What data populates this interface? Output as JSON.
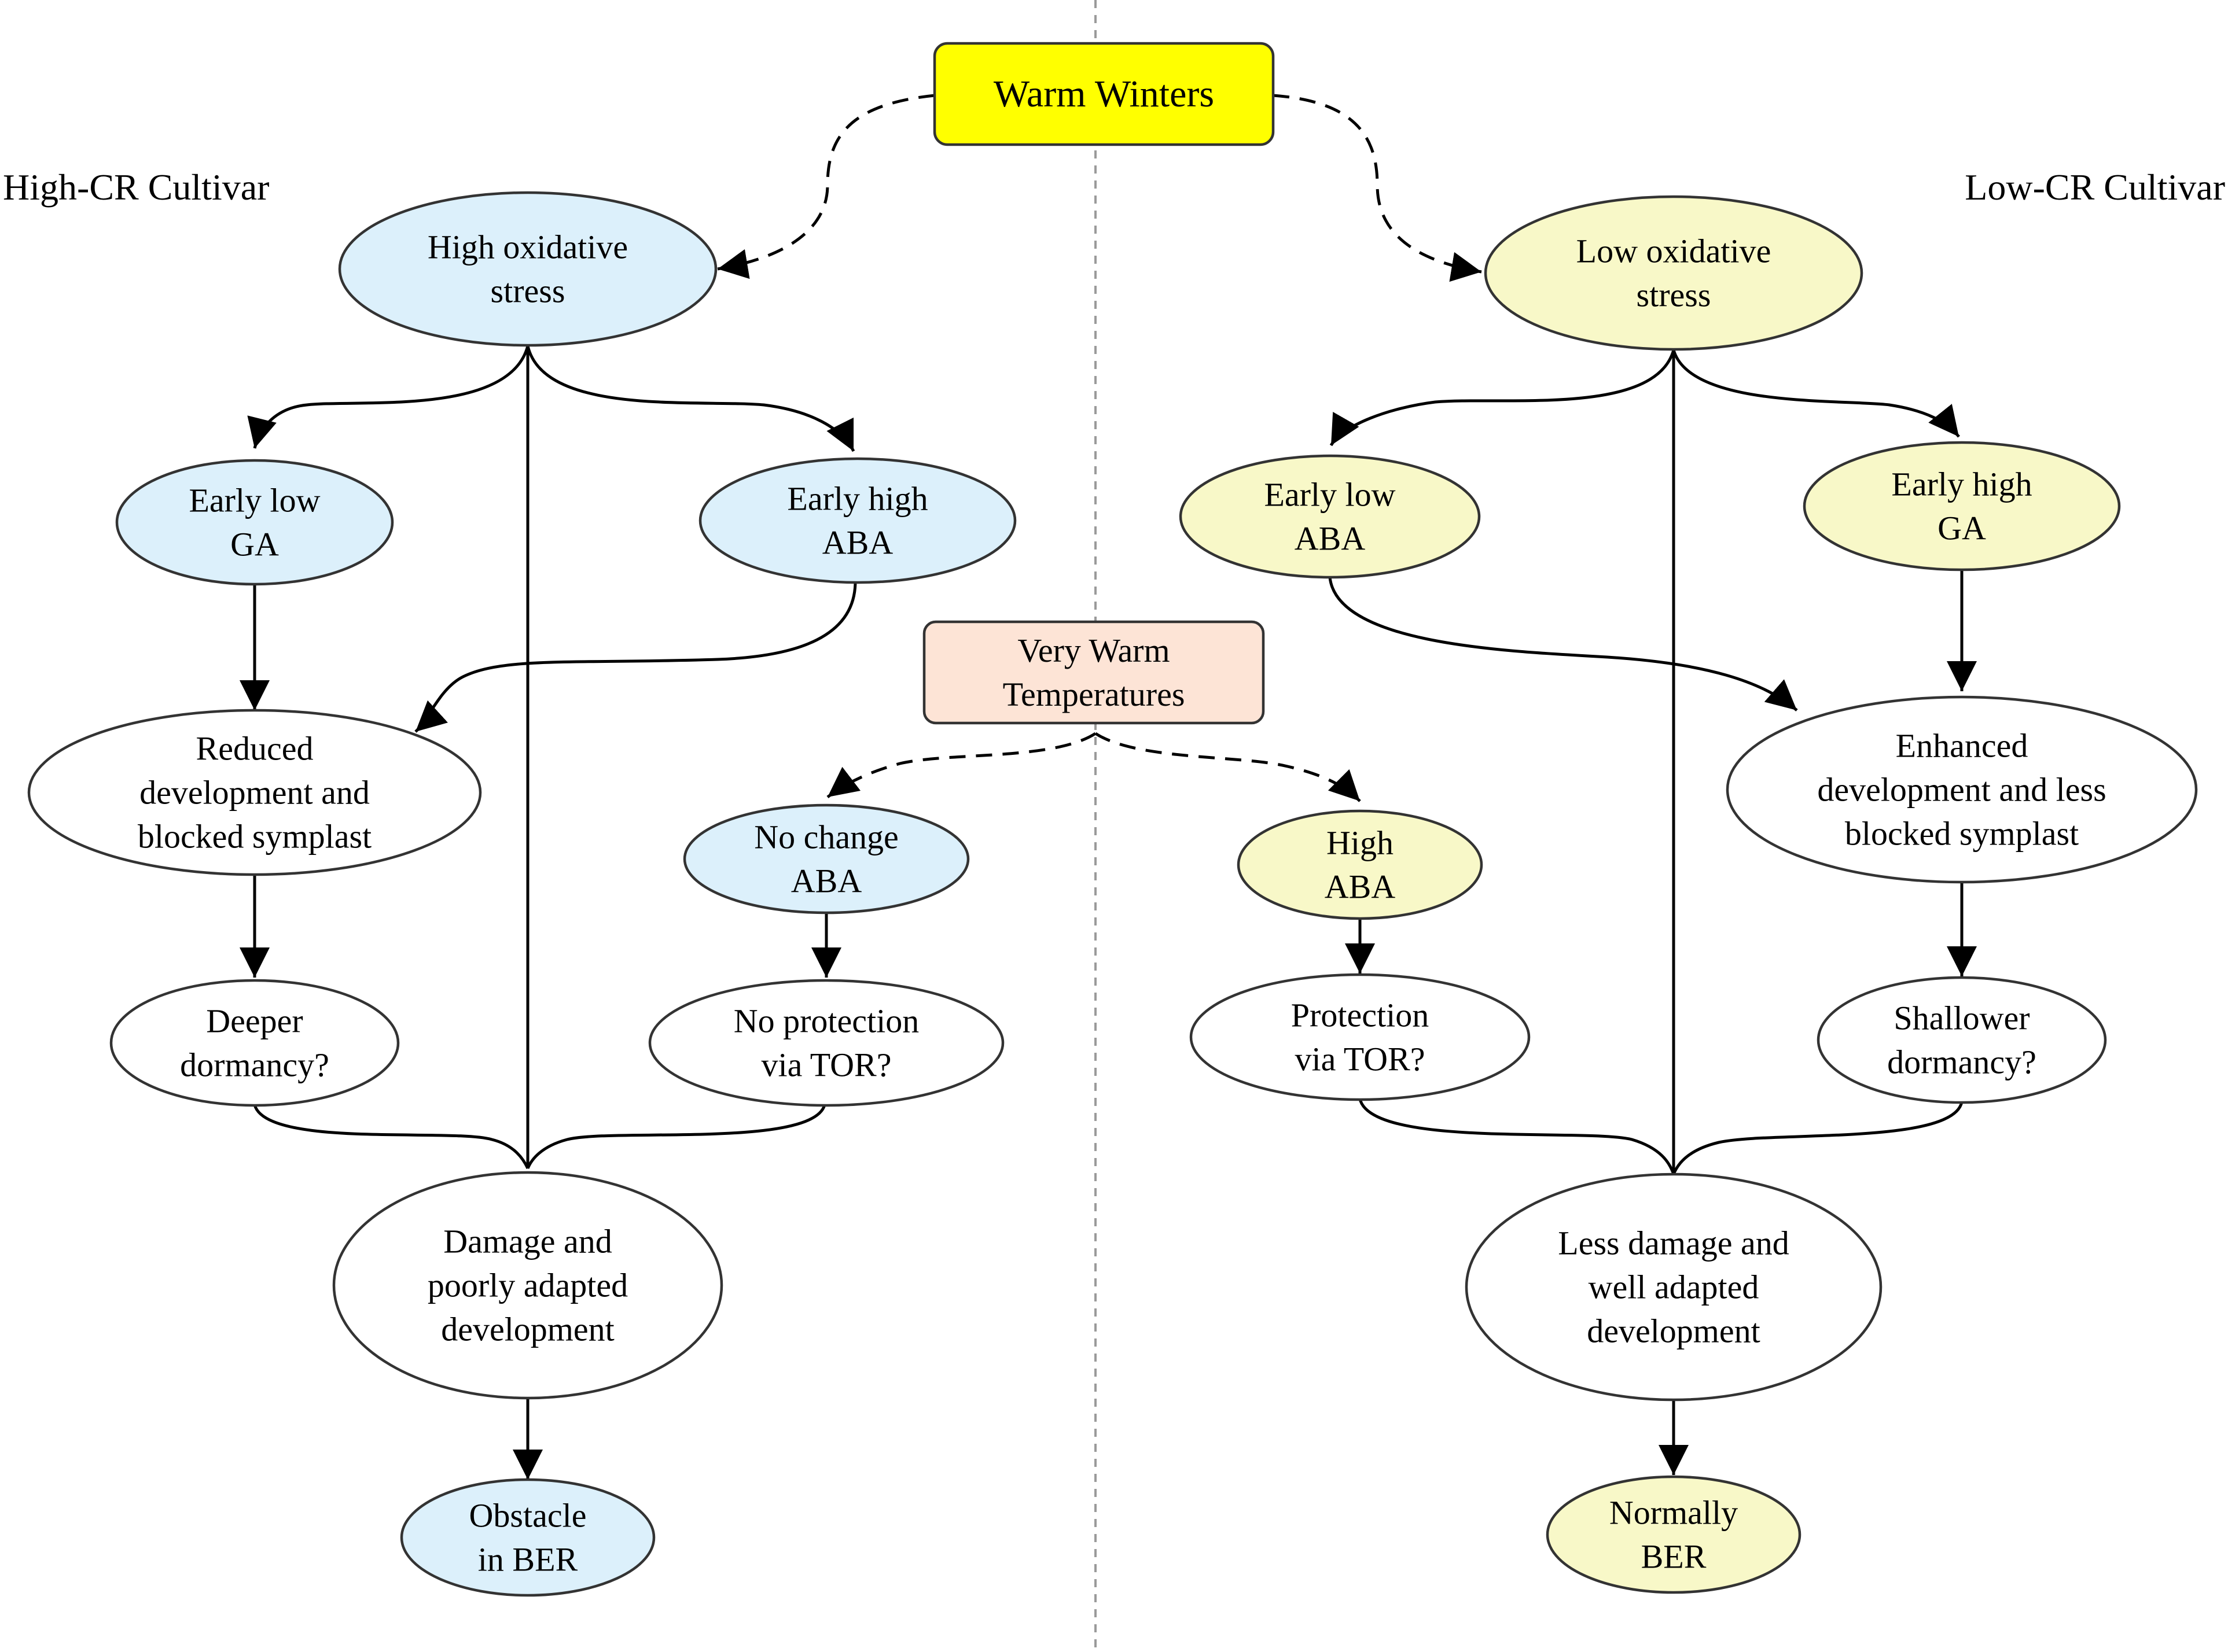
{
  "colors": {
    "blue": "#dcf0fb",
    "yellow": "#f8f8c8",
    "white": "#ffffff",
    "title_yellow": "#ffff00",
    "peach": "#fde4d6"
  },
  "labels": {
    "left": "High-CR Cultivar",
    "right": "Low-CR Cultivar"
  },
  "nodes": {
    "warm_winters": {
      "lines": [
        "Warm Winters"
      ]
    },
    "very_warm": {
      "lines": [
        "Very Warm",
        "Temperatures"
      ]
    },
    "high_ox": {
      "lines": [
        "High oxidative",
        "stress"
      ]
    },
    "low_ox": {
      "lines": [
        "Low oxidative",
        "stress"
      ]
    },
    "early_low_ga": {
      "lines": [
        "Early low",
        "GA"
      ]
    },
    "early_high_aba": {
      "lines": [
        "Early high",
        "ABA"
      ]
    },
    "early_low_aba": {
      "lines": [
        "Early low",
        "ABA"
      ]
    },
    "early_high_ga": {
      "lines": [
        "Early high",
        "GA"
      ]
    },
    "reduced_dev": {
      "lines": [
        "Reduced",
        "development and",
        "blocked symplast"
      ]
    },
    "enhanced_dev": {
      "lines": [
        "Enhanced",
        "development and less",
        "blocked symplast"
      ]
    },
    "no_change_aba": {
      "lines": [
        "No change",
        "ABA"
      ]
    },
    "high_aba": {
      "lines": [
        "High",
        "ABA"
      ]
    },
    "deeper_dorm": {
      "lines": [
        "Deeper",
        "dormancy?"
      ]
    },
    "no_protection": {
      "lines": [
        "No protection",
        "via TOR?"
      ]
    },
    "protection": {
      "lines": [
        "Protection",
        "via TOR?"
      ]
    },
    "shallower_dorm": {
      "lines": [
        "Shallower",
        "dormancy?"
      ]
    },
    "damage": {
      "lines": [
        "Damage and",
        "poorly adapted",
        "development"
      ]
    },
    "less_damage": {
      "lines": [
        "Less damage and",
        "well adapted",
        "development"
      ]
    },
    "obstacle": {
      "lines": [
        "Obstacle",
        "in BER"
      ]
    },
    "normally": {
      "lines": [
        "Normally",
        "BER"
      ]
    }
  }
}
